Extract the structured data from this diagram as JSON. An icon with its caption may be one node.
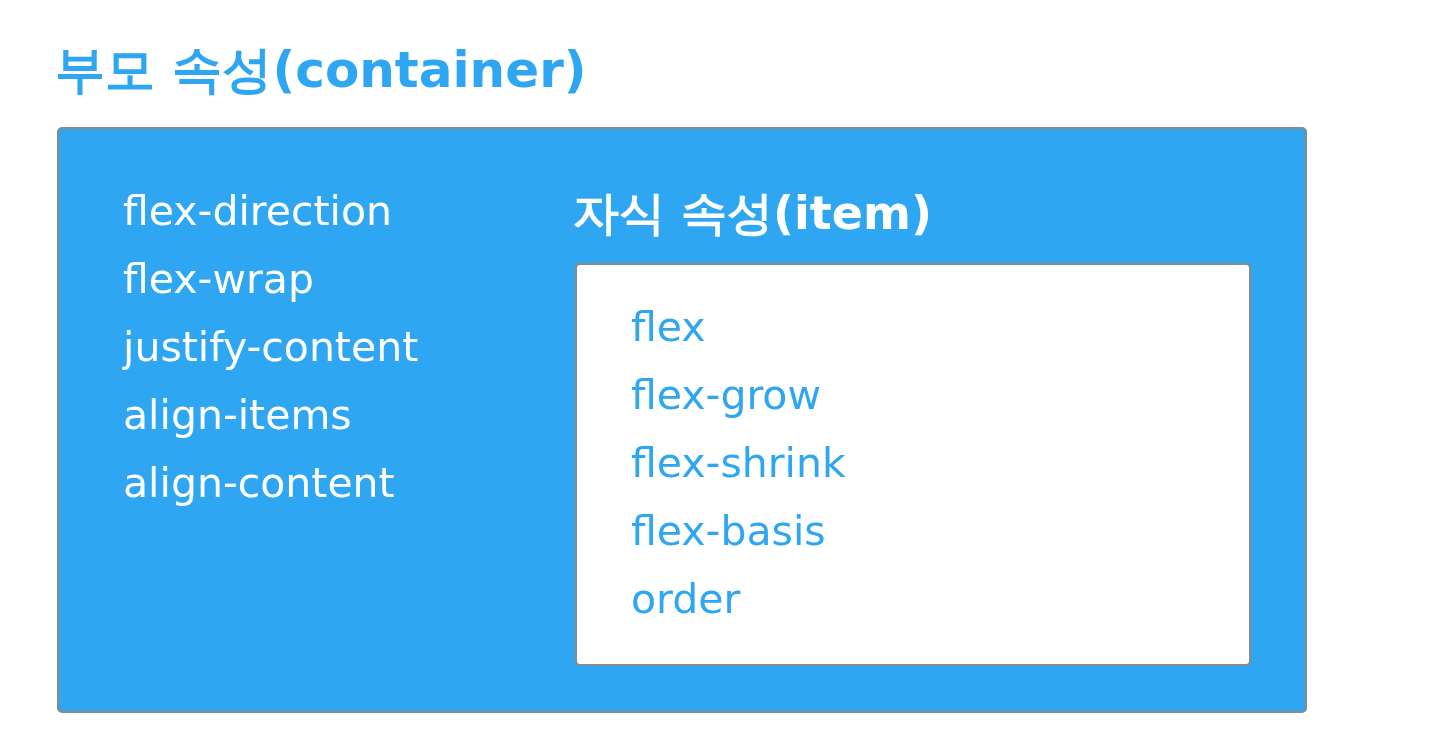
{
  "diagram": {
    "nodes": [
      {
        "text": [
          "부모 속성(container)",
          "flex-direction",
          "flex-wrap",
          "justify-content",
          "align-items",
          "align-content"
        ]
      },
      {
        "text": [
          "자식 속성(item)",
          "flex",
          "flex-grow",
          "flex-shrink",
          "flex-basis",
          "order"
        ],
        "in": 0
      }
    ]
  }
}
